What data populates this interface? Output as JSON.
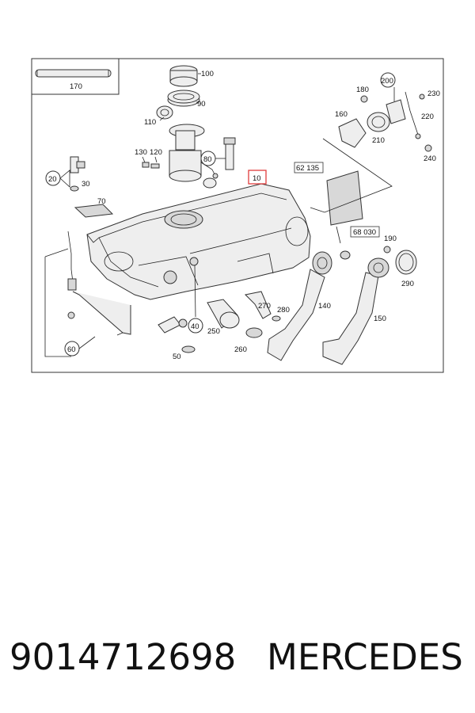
{
  "diagram": {
    "labels": {
      "l170": "170",
      "l100": "100",
      "l90": "90",
      "l110": "110",
      "l130": "130",
      "l120": "120",
      "l80": "80",
      "l20": "20",
      "l30": "30",
      "l70": "70",
      "l10": "10",
      "l180": "180",
      "l200": "200",
      "l230": "230",
      "l160": "160",
      "l220": "220",
      "l210": "210",
      "l240": "240",
      "l62135": "62 135",
      "l68030": "68 030",
      "l190": "190",
      "l290": "290",
      "l270": "270",
      "l280": "280",
      "l140": "140",
      "l150": "150",
      "l40": "40",
      "l250": "250",
      "l260": "260",
      "l50": "50",
      "l60": "60"
    },
    "highlight_color": "#e03c3c"
  },
  "caption": {
    "part_number": "9014712698",
    "brand": "MERCEDES"
  }
}
